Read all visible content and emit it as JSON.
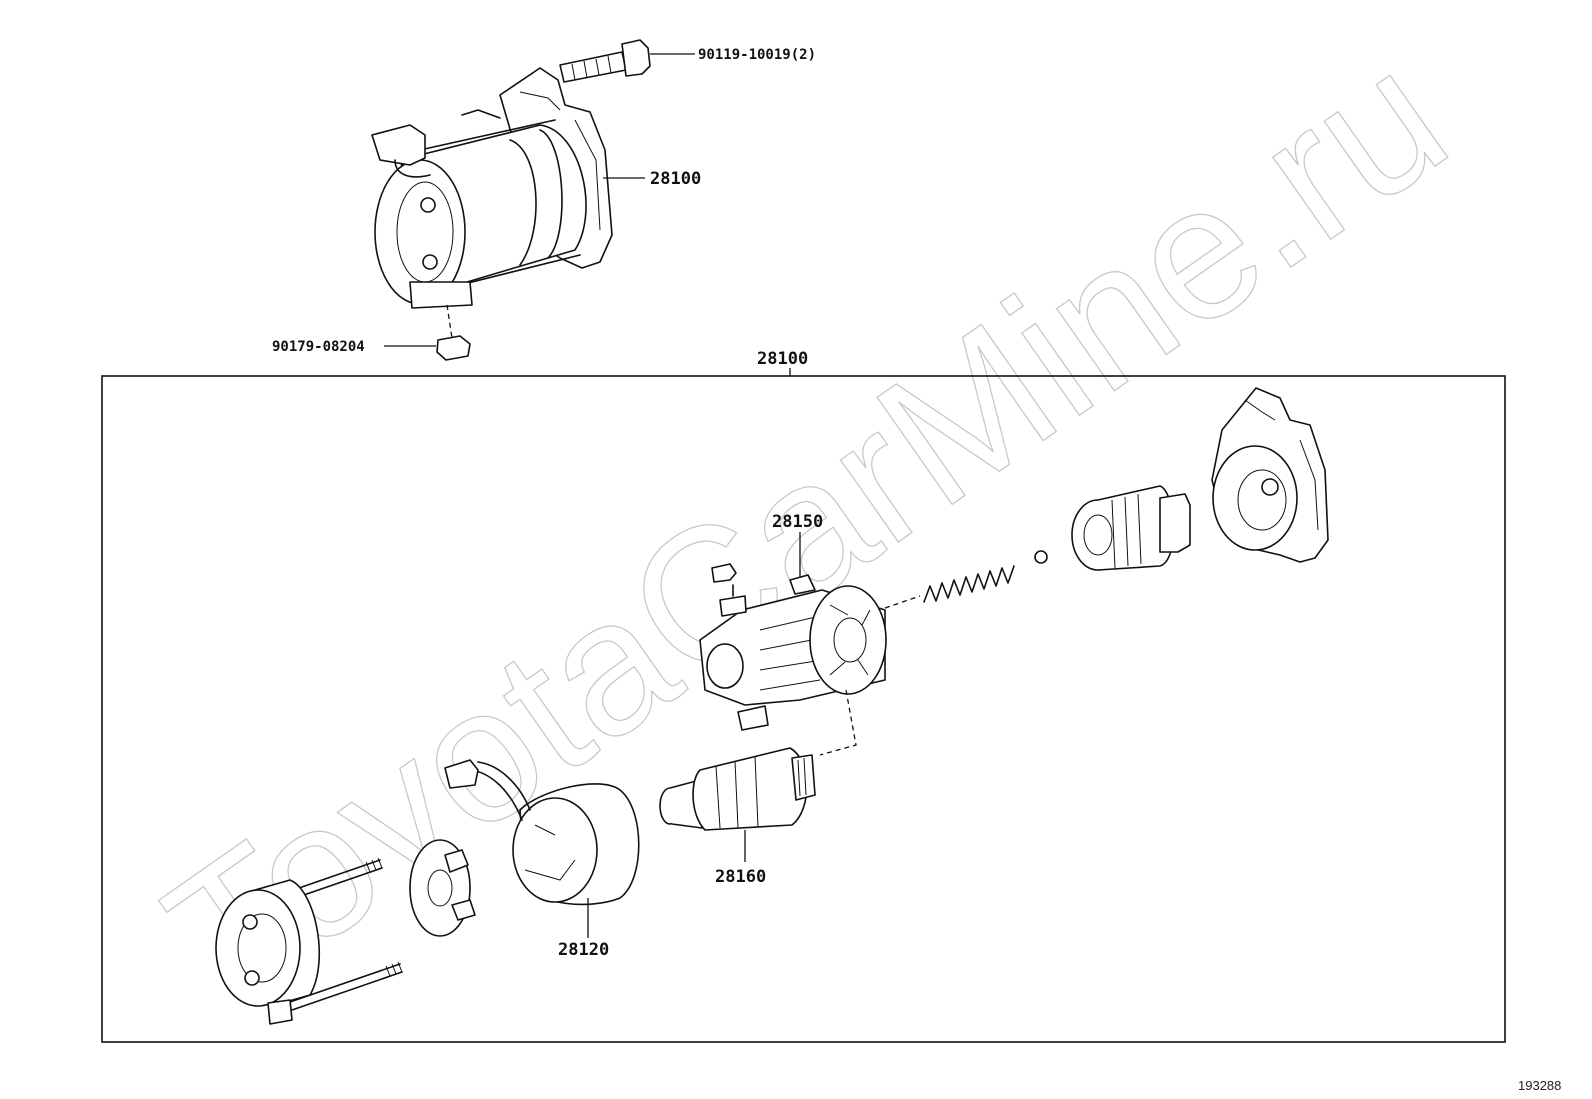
{
  "labels": {
    "bolt": "90119-10019(2)",
    "starter_assembly": "28100",
    "nut": "90179-08204",
    "kit_box": "28100",
    "magnetic_switch": "28150",
    "armature": "28160",
    "yoke": "28120"
  },
  "watermark": "ToyotaCarMine.ru",
  "reference_number": "193288",
  "colors": {
    "line": "#111111",
    "watermark": "#c8c8c8",
    "background": "#ffffff"
  }
}
